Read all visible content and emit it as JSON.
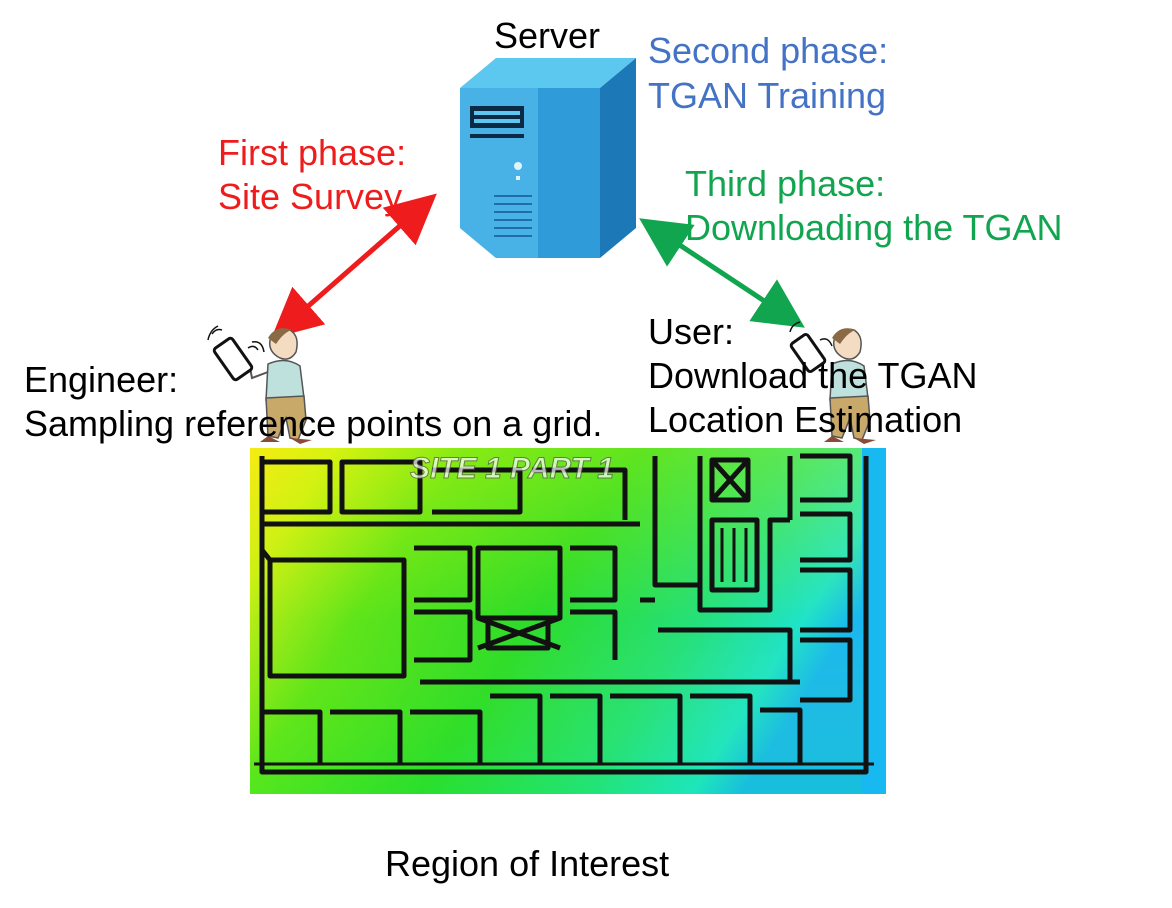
{
  "server": {
    "label": "Server"
  },
  "phases": {
    "first": {
      "line1": "First phase:",
      "line2": "Site Survey",
      "color": "#ee1c1c"
    },
    "second": {
      "line1": "Second phase:",
      "line2": "TGAN Training",
      "color": "#4472c4"
    },
    "third": {
      "line1": "Third phase:",
      "line2": "Downloading the TGAN",
      "color": "#12a550"
    }
  },
  "engineer": {
    "line1": "Engineer:",
    "line2": "Sampling reference points on a grid."
  },
  "user": {
    "line1": "User:",
    "line2": "Download the TGAN",
    "line3": "Location Estimation"
  },
  "region": {
    "label": "Region of Interest"
  },
  "map_watermark": "SITE 1 PART 1",
  "icons": [
    "server-icon",
    "engineer-person-icon",
    "user-person-icon",
    "smartphone-icon",
    "floor-plan-heatmap"
  ]
}
